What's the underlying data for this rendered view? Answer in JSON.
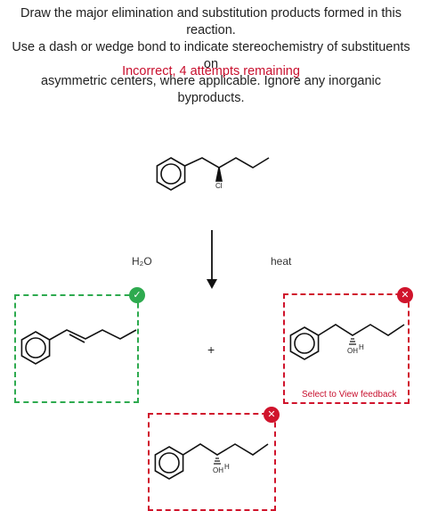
{
  "question": {
    "line1": "Draw the major elimination and substitution products formed in this reaction.",
    "line2": "Use a dash or wedge bond to indicate stereochemistry of substituents on",
    "line3": "asymmetric centers, where applicable. Ignore any inorganic byproducts."
  },
  "status": "Incorrect, 4 attempts remaining",
  "reagents": {
    "left": "H₂O",
    "right": "heat"
  },
  "reactant": {
    "atom_label": "Cl"
  },
  "plus": "+",
  "answers": {
    "alkene": {
      "status_icon": "check-icon",
      "glyph": "✓"
    },
    "alcohol_right": {
      "status_icon": "x-icon",
      "glyph": "✕",
      "atom_label_oh": "OH",
      "atom_label_h": "H",
      "feedback": "Select to View feedback"
    },
    "alcohol_bottom": {
      "status_icon": "x-icon",
      "glyph": "✕",
      "atom_label_oh": "OH",
      "atom_label_h": "H"
    }
  },
  "colors": {
    "correct": "#2eaa4f",
    "incorrect": "#d0142c",
    "status_text": "#c8102e"
  }
}
